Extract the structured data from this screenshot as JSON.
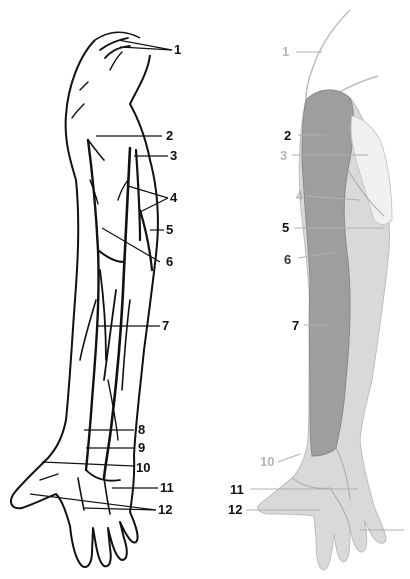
{
  "figure": {
    "left_panel": {
      "labels": [
        "1",
        "2",
        "3",
        "4",
        "5",
        "6",
        "7",
        "8",
        "9",
        "10",
        "11",
        "12"
      ]
    },
    "right_panel": {
      "labels": [
        "1",
        "2",
        "3",
        "4",
        "5",
        "6",
        "7",
        "10",
        "11",
        "12"
      ]
    }
  }
}
